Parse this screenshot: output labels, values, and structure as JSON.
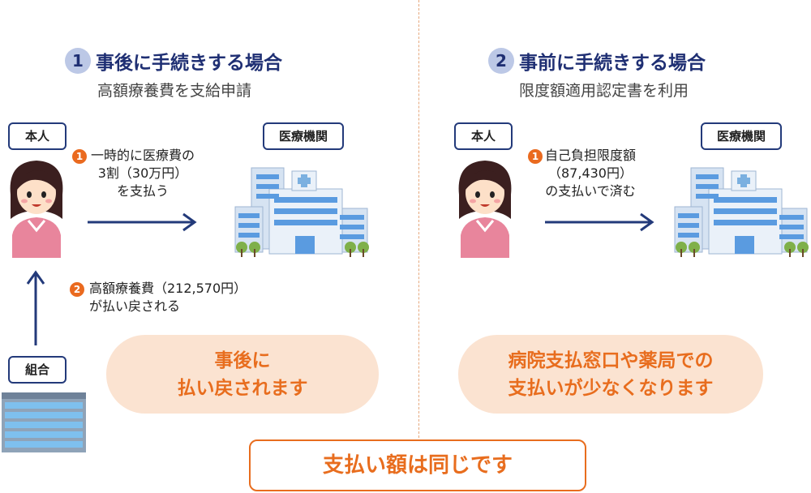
{
  "left": {
    "number": "1",
    "title": "事後に手続きする場合",
    "subtitle": "高額療養費を支給申請",
    "person_label": "本人",
    "hospital_label": "医療機関",
    "union_label": "組合",
    "step1": {
      "badge": "1",
      "lines": [
        "一時的に医療費の",
        "3割（30万円）",
        "を支払う"
      ]
    },
    "step2": {
      "badge": "2",
      "lines": [
        "高額療養費（212,570円）",
        "が払い戻される"
      ]
    },
    "result_lines": [
      "事後に",
      "払い戻されます"
    ]
  },
  "right": {
    "number": "2",
    "title": "事前に手続きする場合",
    "subtitle": "限度額適用認定書を利用",
    "person_label": "本人",
    "hospital_label": "医療機関",
    "step1": {
      "badge": "1",
      "lines": [
        "自己負担限度額",
        "（87,430円）",
        "の支払いで済む"
      ]
    },
    "result_lines": [
      "病院支払窓口や薬局での",
      "支払いが少なくなります"
    ]
  },
  "summary": "支払い額は同じです",
  "colors": {
    "navy": "#1f2f73",
    "orange": "#e86d1e",
    "pill_bg": "#fbe3d1",
    "number_circle": "#bcc8e6"
  }
}
